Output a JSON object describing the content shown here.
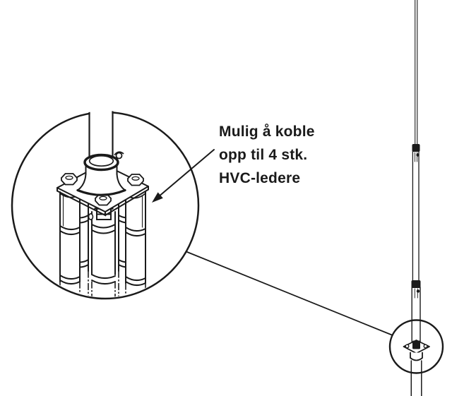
{
  "diagram": {
    "label": {
      "line1": "Mulig å koble",
      "line2": "opp til 4 stk.",
      "line3": "HVC-ledere"
    },
    "colors": {
      "ink": "#1a1a1a",
      "background": "#ffffff"
    }
  }
}
